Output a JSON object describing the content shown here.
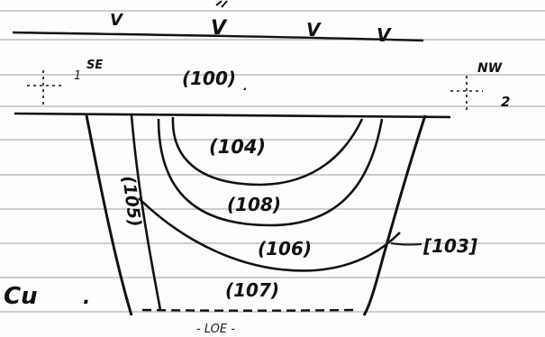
{
  "document": {
    "type": "hand-drawn section sketch on lined notebook paper",
    "colors": {
      "paper": "#fdfdfd",
      "rule_lines": "#bdbdbd",
      "ink": "#111111"
    },
    "markers": {
      "turf": [
        "V",
        "V",
        "V",
        "V"
      ]
    },
    "labels": {
      "marker_1": "1",
      "compass_left": "SE",
      "compass_right": "NW",
      "marker_2": "2",
      "context_100": "(100)",
      "context_104": "(104)",
      "context_105": "(105)",
      "context_106": "(106)",
      "context_107": "(107)",
      "context_108": "(108)",
      "cut_103": "[103]",
      "note_left": "Cu",
      "loe": "- LOE -"
    }
  }
}
